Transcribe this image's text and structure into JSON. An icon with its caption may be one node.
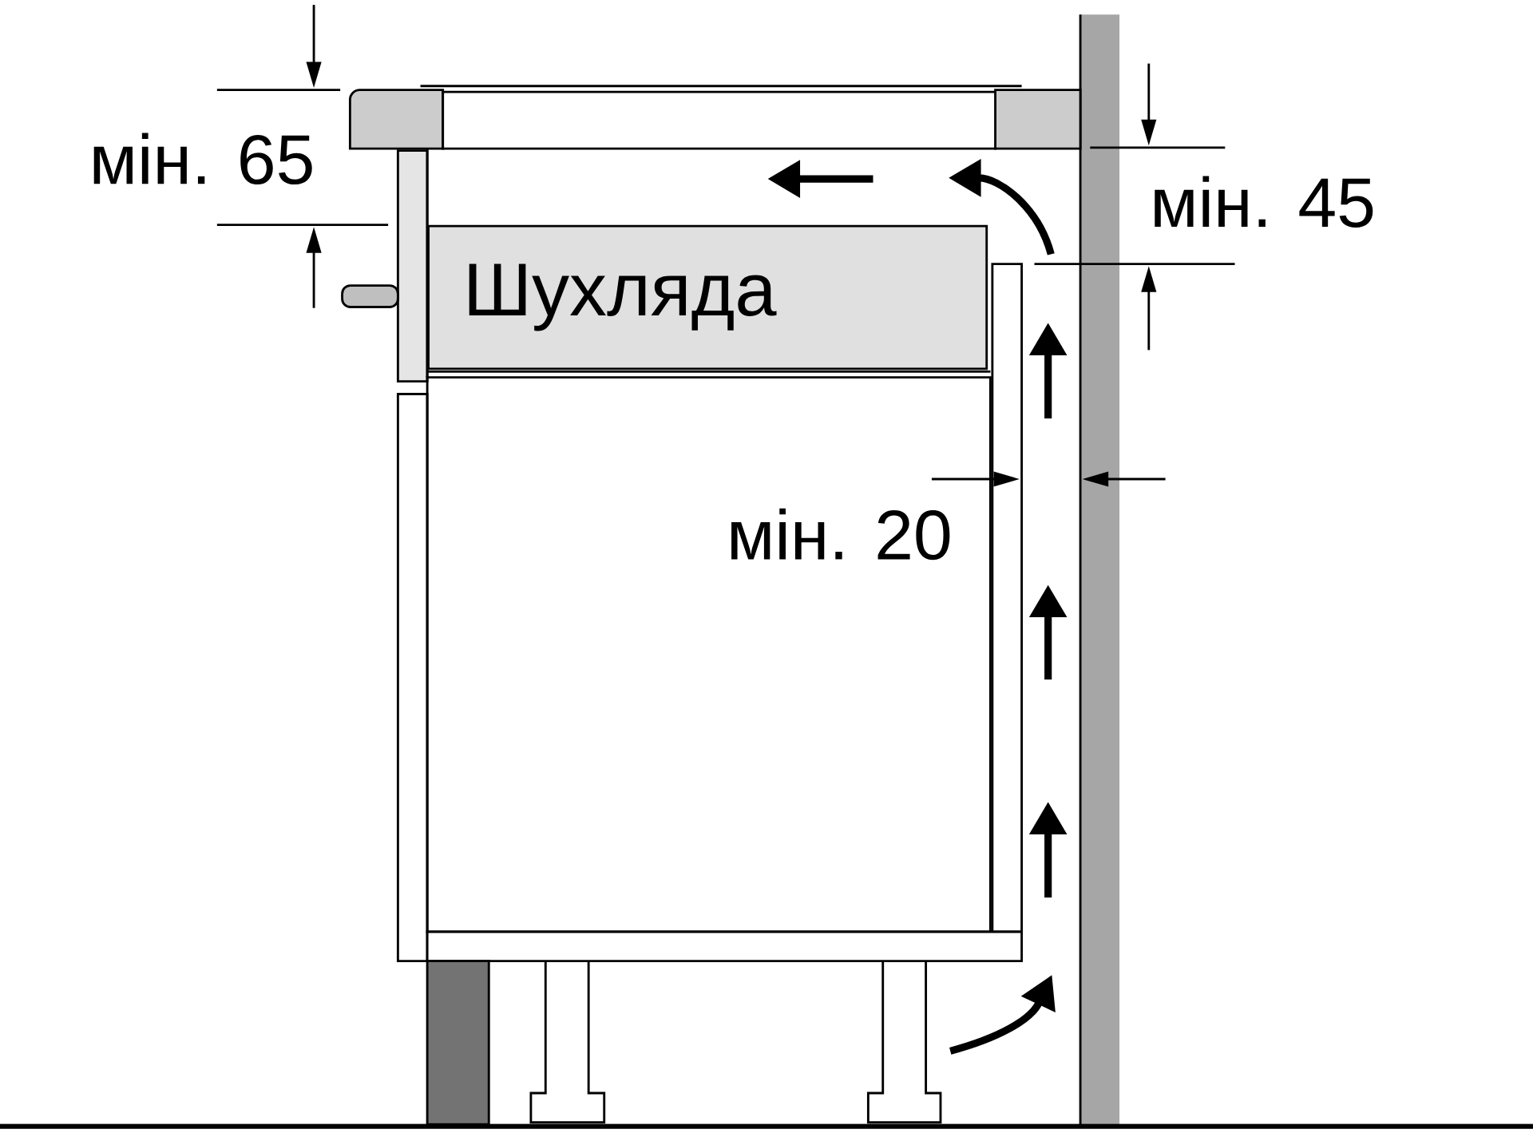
{
  "diagram": {
    "nodes": [
      {
        "text": [
          "Шухляда"
        ]
      }
    ],
    "labels": [
      "мін. 65",
      "мін. 45",
      "мін. 20"
    ]
  }
}
